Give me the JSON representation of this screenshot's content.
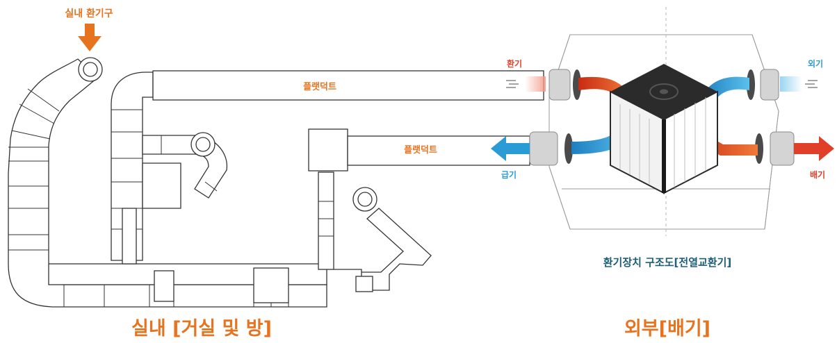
{
  "labels": {
    "indoor_vent_label": "실내 환기구",
    "flat_duct_top": "플랫덕트",
    "flat_duct_bottom": "플랫덕트",
    "ventilation_label": "환기",
    "outdoor_air_label": "외기",
    "supply_label": "급기",
    "exhaust_label": "배기",
    "device_caption": "환기장치 구조도[전열교환기]",
    "indoor_title": "실내 [거실 및 방]",
    "outdoor_title": "외부[배기]"
  },
  "colors": {
    "accent_orange": "#e8731e",
    "warm_red": "#e0402a",
    "cool_blue": "#2b9bd6",
    "caption_teal": "#1b5e78",
    "cube_dark": "#2b2b2b",
    "line": "#333333"
  },
  "icons": [
    "down-arrow-icon",
    "fan-symbol-icon",
    "supply-arrow-icon",
    "exhaust-arrow-icon"
  ]
}
